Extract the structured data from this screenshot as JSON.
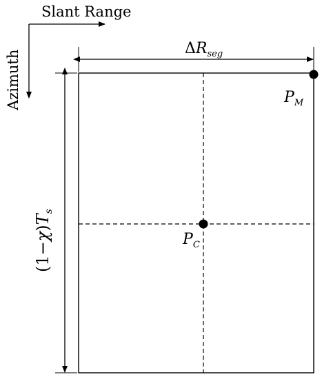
{
  "axes": {
    "slant_range_label": "Slant Range",
    "azimuth_label": "Azimuth"
  },
  "dimensions": {
    "width_label": {
      "delta": "Δ",
      "symbol": "R",
      "subscript": "seg"
    },
    "height_label": {
      "prefix": "(1−",
      "chi": "χ",
      "suffix": ")",
      "symbol": "T",
      "subscript": "s"
    }
  },
  "points": {
    "corner": {
      "symbol": "P",
      "subscript": "M"
    },
    "center": {
      "symbol": "P",
      "subscript": "C"
    }
  },
  "colors": {
    "stroke": "#000000",
    "background": "#ffffff"
  }
}
